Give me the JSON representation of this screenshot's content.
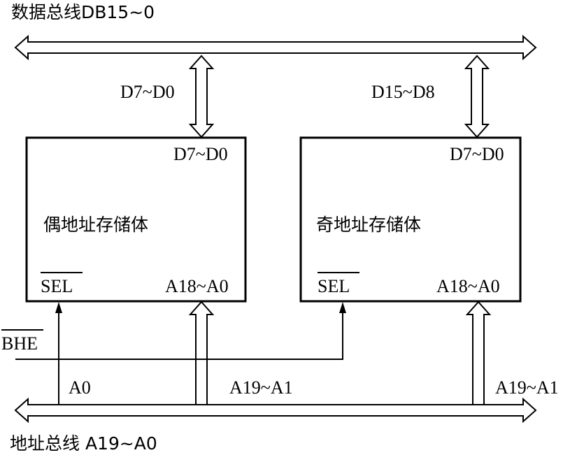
{
  "data_bus": {
    "label": "数据总线DB15~0"
  },
  "address_bus": {
    "label": "地址总线 A19~A0"
  },
  "even_bank": {
    "data_link_label": "D7~D0",
    "title": "偶地址存储体",
    "data_port": "D7~D0",
    "select_pin": "SEL",
    "address_port": "A18~A0"
  },
  "odd_bank": {
    "data_link_label": "D15~D8",
    "title": "奇地址存储体",
    "data_port": "D7~D0",
    "select_pin": "SEL",
    "address_port": "A18~A0"
  },
  "signals": {
    "bhe": "BHE",
    "a0": "A0",
    "address_link_left": "A19~A1",
    "address_link_right": "A19~A1"
  }
}
